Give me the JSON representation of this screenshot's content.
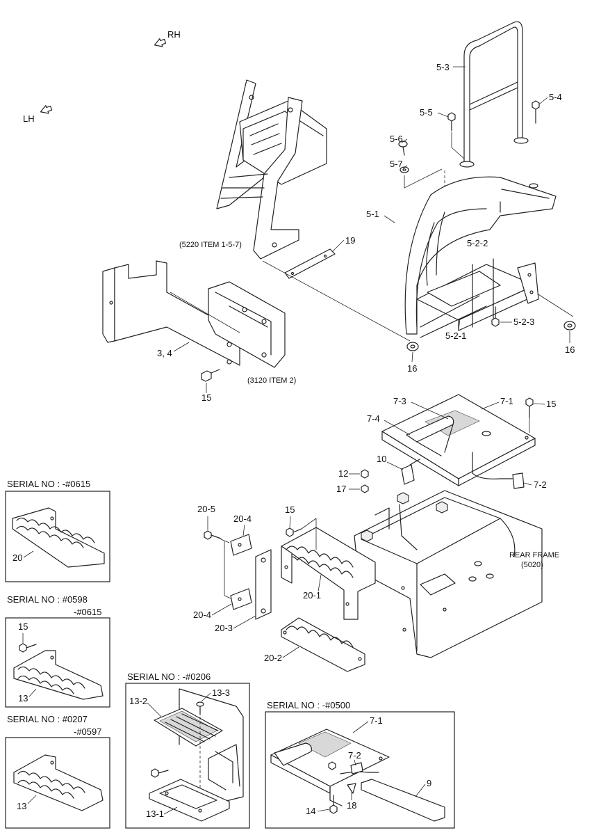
{
  "directions": {
    "rh": "RH",
    "lh": "LH"
  },
  "notes": {
    "ref_5220": "(5220 ITEM 1-5-7)",
    "ref_3120": "(3120 ITEM 2)",
    "rear_frame_line1": "REAR FRAME",
    "rear_frame_line2": "(5020)"
  },
  "callouts": {
    "c_5_3": "5-3",
    "c_5_4": "5-4",
    "c_5_5": "5-5",
    "c_5_6": "5-6",
    "c_5_7": "5-7",
    "c_5_1": "5-1",
    "c_5_2_2": "5-2-2",
    "c_19": "19",
    "c_5_2_3": "5-2-3",
    "c_5_2_1": "5-2-1",
    "c_16a": "16",
    "c_16b": "16",
    "c_3_4": "3, 4",
    "c_15a": "15",
    "c_7_3": "7-3",
    "c_7_1": "7-1",
    "c_15b": "15",
    "c_7_4": "7-4",
    "c_10": "10",
    "c_12": "12",
    "c_7_2": "7-2",
    "c_17": "17",
    "c_20_5": "20-5",
    "c_20_4a": "20-4",
    "c_15c": "15",
    "c_20_1": "20-1",
    "c_20_4b": "20-4",
    "c_20_3": "20-3",
    "c_20_2": "20-2"
  },
  "insets": {
    "inset1": {
      "serial_line1": "SERIAL NO : -#0615",
      "serial_line2": "",
      "callouts": [
        "20"
      ]
    },
    "inset2": {
      "serial_line1": "SERIAL NO : #0598",
      "serial_line2": "-#0615",
      "callouts": [
        "15",
        "13"
      ]
    },
    "inset3": {
      "serial_line1": "SERIAL NO : #0207",
      "serial_line2": "-#0597",
      "callouts": [
        "13"
      ]
    },
    "inset4": {
      "serial_line1": "SERIAL NO : -#0206",
      "serial_line2": "",
      "callouts": [
        "13-2",
        "13-3",
        "13-1"
      ]
    },
    "inset5": {
      "serial_line1": "SERIAL NO : -#0500",
      "serial_line2": "",
      "callouts": [
        "7-1",
        "7-2",
        "9",
        "14",
        "18"
      ]
    }
  }
}
